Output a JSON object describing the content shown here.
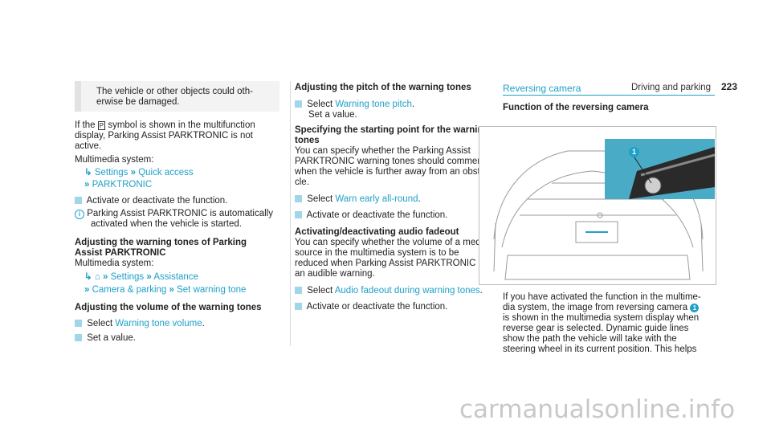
{
  "header": {
    "section": "Driving and parking",
    "page_number": "223"
  },
  "col1": {
    "warning_l1": "The vehicle or other objects could oth-",
    "warning_l2": "erwise be damaged.",
    "p1_l1a": "If the",
    "p1_l1b": "symbol is shown in the multifunction",
    "park_symbol": "P",
    "p1_l2": "display, Parking Assist PARKTRONIC is not",
    "p1_l3": "active.",
    "mm_label": "Multimedia system:",
    "path1": [
      "Settings",
      "Quick access",
      "PARKTRONIC"
    ],
    "step1": "Activate or deactivate the function.",
    "info_l1": "Parking Assist PARKTRONIC is automatically",
    "info_l2": "activated when the vehicle is started.",
    "h1_l1": "Adjusting the warning tones of Parking",
    "h1_l2": "Assist PARKTRONIC",
    "mm_label2": "Multimedia system:",
    "path2": [
      "Settings",
      "Assistance",
      "Camera & parking",
      "Set warning tone"
    ],
    "h2": "Adjusting the volume of the warning tones",
    "step2_a": "Select",
    "step2_link": "Warning tone volume",
    "step2_b": ".",
    "step3": "Set a value."
  },
  "col2": {
    "h1": "Adjusting the pitch of the warning tones",
    "s1_a": "Select",
    "s1_link": "Warning tone pitch",
    "s1_b": ".",
    "s1_sub": "Set a value.",
    "h2_l1": "Specifying the starting point for the warning",
    "h2_l2": "tones",
    "p2": [
      "You can specify whether the Parking Assist",
      "PARKTRONIC warning tones should commence",
      "when the vehicle is further away from an obsta-",
      "cle."
    ],
    "s2_a": "Select",
    "s2_link": "Warn early all-round",
    "s2_b": ".",
    "s3": "Activate or deactivate the function.",
    "h3": "Activating/deactivating audio fadeout",
    "p3": [
      "You can specify whether the volume of a media",
      "source in the multimedia system is to be",
      "reduced when Parking Assist PARKTRONIC gives",
      "an audible warning."
    ],
    "s4_a": "Select",
    "s4_link": "Audio fadeout during warning tones",
    "s4_b": ".",
    "s5": "Activate or deactivate the function."
  },
  "col3": {
    "section_title": "Reversing camera",
    "h1": "Function of the reversing camera",
    "callout": "1",
    "p": [
      "If you have activated the function in the multime-",
      "dia system, the image from reversing camera",
      "is shown in the multimedia system display when",
      "reverse gear is selected. Dynamic guide lines",
      "show the path the vehicle will take with the",
      "steering wheel in its current position. This helps"
    ],
    "p_callout": "1"
  },
  "footer": {
    "watermark": "carmanualsonline.info"
  },
  "colors": {
    "accent": "#1fa0c8",
    "inset": "#4aabc7"
  }
}
